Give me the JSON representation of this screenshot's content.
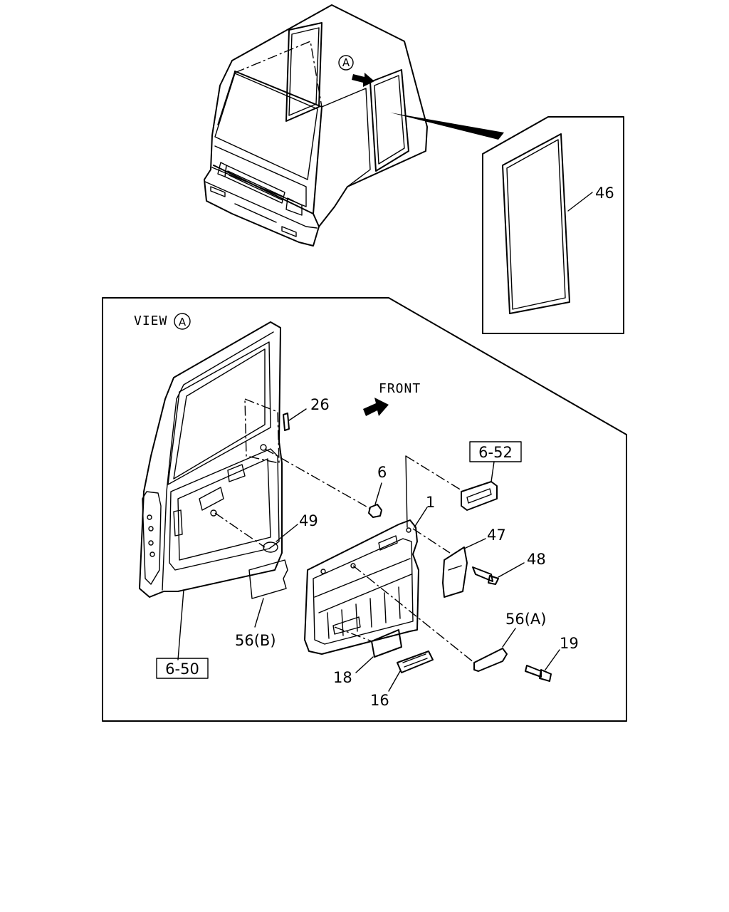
{
  "labels": {
    "view": "VIEW",
    "view_marker": "A",
    "arrow_marker": "A",
    "front": "FRONT",
    "p46": "46",
    "p26": "26",
    "p6": "6",
    "p1": "1",
    "p49": "49",
    "p47": "47",
    "p48": "48",
    "p56b": "56(B)",
    "p56a": "56(A)",
    "p19": "19",
    "p18": "18",
    "p16": "16",
    "ref652": "6-52",
    "ref650": "6-50"
  }
}
